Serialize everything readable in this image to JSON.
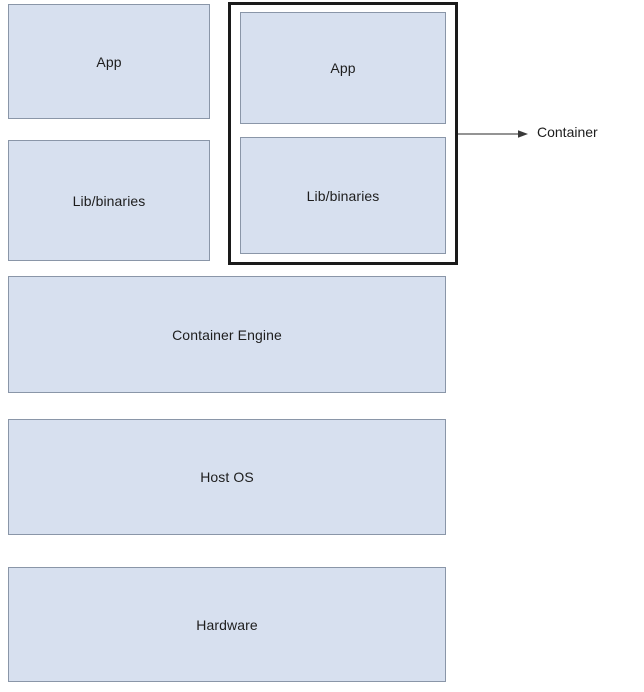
{
  "diagram": {
    "type": "container-architecture-stack",
    "background_color": "#ffffff",
    "box_fill_color": "#d7e0ef",
    "box_border_color": "#8a96a8",
    "outline_color": "#1a1a1a",
    "text_color": "#1d1d1d",
    "boxes": {
      "app_left": {
        "label": "App"
      },
      "lib_left": {
        "label": "Lib/binaries"
      },
      "app_container": {
        "label": "App"
      },
      "lib_container": {
        "label": "Lib/binaries"
      },
      "container_engine": {
        "label": "Container Engine"
      },
      "host_os": {
        "label": "Host OS"
      },
      "hardware": {
        "label": "Hardware"
      }
    },
    "callout": {
      "label": "Container",
      "points_to": "container-outline"
    }
  }
}
